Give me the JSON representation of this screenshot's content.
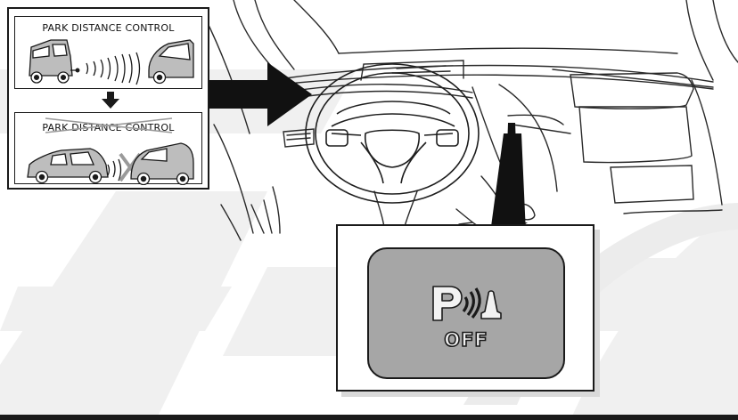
{
  "panel": {
    "top_caption": "PARK DISTANCE CONTROL",
    "bottom_caption": "PARK DISTANCE CONTROL"
  },
  "switch": {
    "off_label": "OFF",
    "icon": "park-distance-control-icon"
  },
  "colors": {
    "switch_face": "#a6a6a6",
    "outline": "#1a1a1a",
    "background_watermark": "#f0f0f0"
  }
}
